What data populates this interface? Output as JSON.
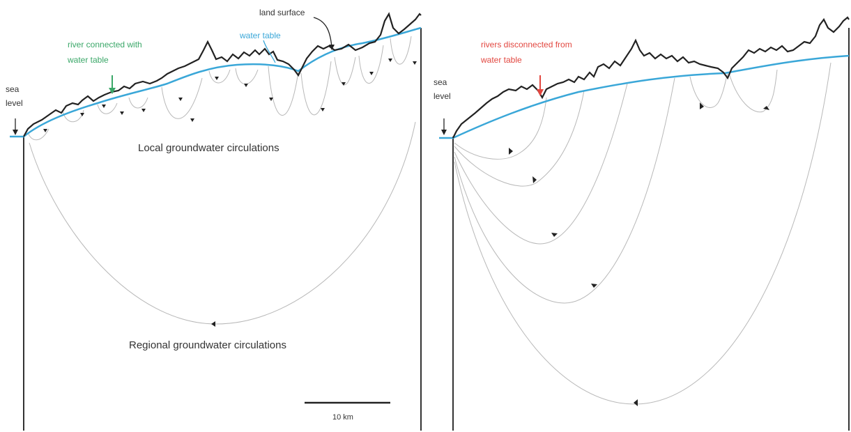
{
  "colors": {
    "land": "#222222",
    "water_table": "#3aa7d8",
    "connected_label": "#3aa768",
    "disconnected_label": "#e2463f",
    "flow_line": "#b8b8b8",
    "text": "#333333"
  },
  "left_panel": {
    "land_surface_label": "land surface",
    "water_table_label": "water table",
    "river_label_line1": "river connected with",
    "river_label_line2": "water table",
    "sea_label_line1": "sea",
    "sea_label_line2": "level",
    "local_label": "Local groundwater circulations",
    "regional_label": "Regional groundwater circulations",
    "scale_label": "10 km"
  },
  "right_panel": {
    "river_label_line1": "rivers disconnected from",
    "river_label_line2": "water table",
    "sea_label_line1": "sea",
    "sea_label_line2": "level"
  }
}
